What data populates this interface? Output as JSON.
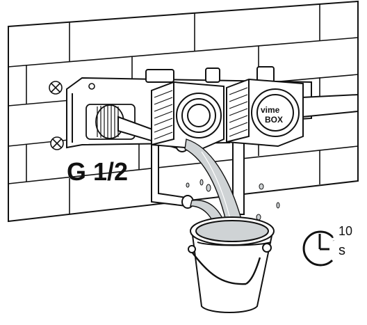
{
  "thread_size": "G 1/2",
  "timer": {
    "value": "10",
    "unit": "s"
  },
  "brand_text": {
    "top": "vime",
    "bottom": "BOX"
  },
  "colors": {
    "ink": "#111111",
    "water": "#cfd3d5",
    "background": "#ffffff"
  }
}
